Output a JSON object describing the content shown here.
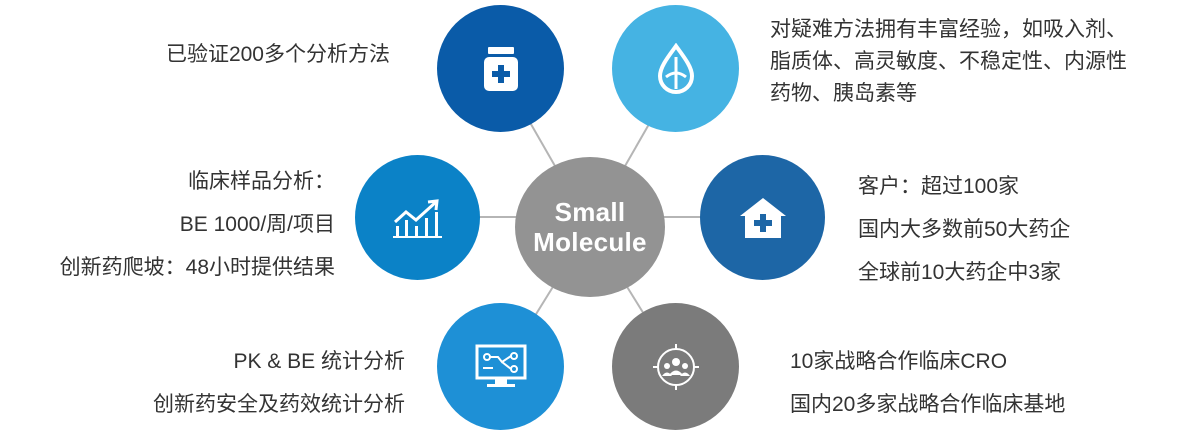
{
  "center": {
    "line1": "Small",
    "line2": "Molecule"
  },
  "colors": {
    "center": "#939393",
    "top_left": "#0a5ba8",
    "top_right": "#45b3e3",
    "mid_left": "#0b82c7",
    "mid_right": "#1d66a6",
    "bottom_left": "#1e90d6",
    "bottom_right": "#7b7b7b",
    "spoke": "#b5b5b5"
  },
  "nodes": {
    "top_left": {
      "icon": "medicine-bottle-icon",
      "lines": [
        "已验证200多个分析方法"
      ]
    },
    "top_right": {
      "icon": "drop-icon",
      "lines": [
        "对疑难方法拥有丰富经验，如吸入剂、",
        "脂质体、高灵敏度、不稳定性、内源性",
        "药物、胰岛素等"
      ]
    },
    "mid_left": {
      "icon": "growth-chart-icon",
      "lines": [
        "临床样品分析：",
        "BE 1000/周/项目",
        "创新药爬坡：48小时提供结果"
      ]
    },
    "mid_right": {
      "icon": "hospital-icon",
      "lines": [
        "客户：超过100家",
        "国内大多数前50大药企",
        "全球前10大药企中3家"
      ]
    },
    "bottom_left": {
      "icon": "monitor-analytics-icon",
      "lines": [
        "PK & BE 统计分析",
        "创新药安全及药效统计分析"
      ]
    },
    "bottom_right": {
      "icon": "network-people-icon",
      "lines": [
        "10家战略合作临床CRO",
        "国内20多家战略合作临床基地"
      ]
    }
  }
}
